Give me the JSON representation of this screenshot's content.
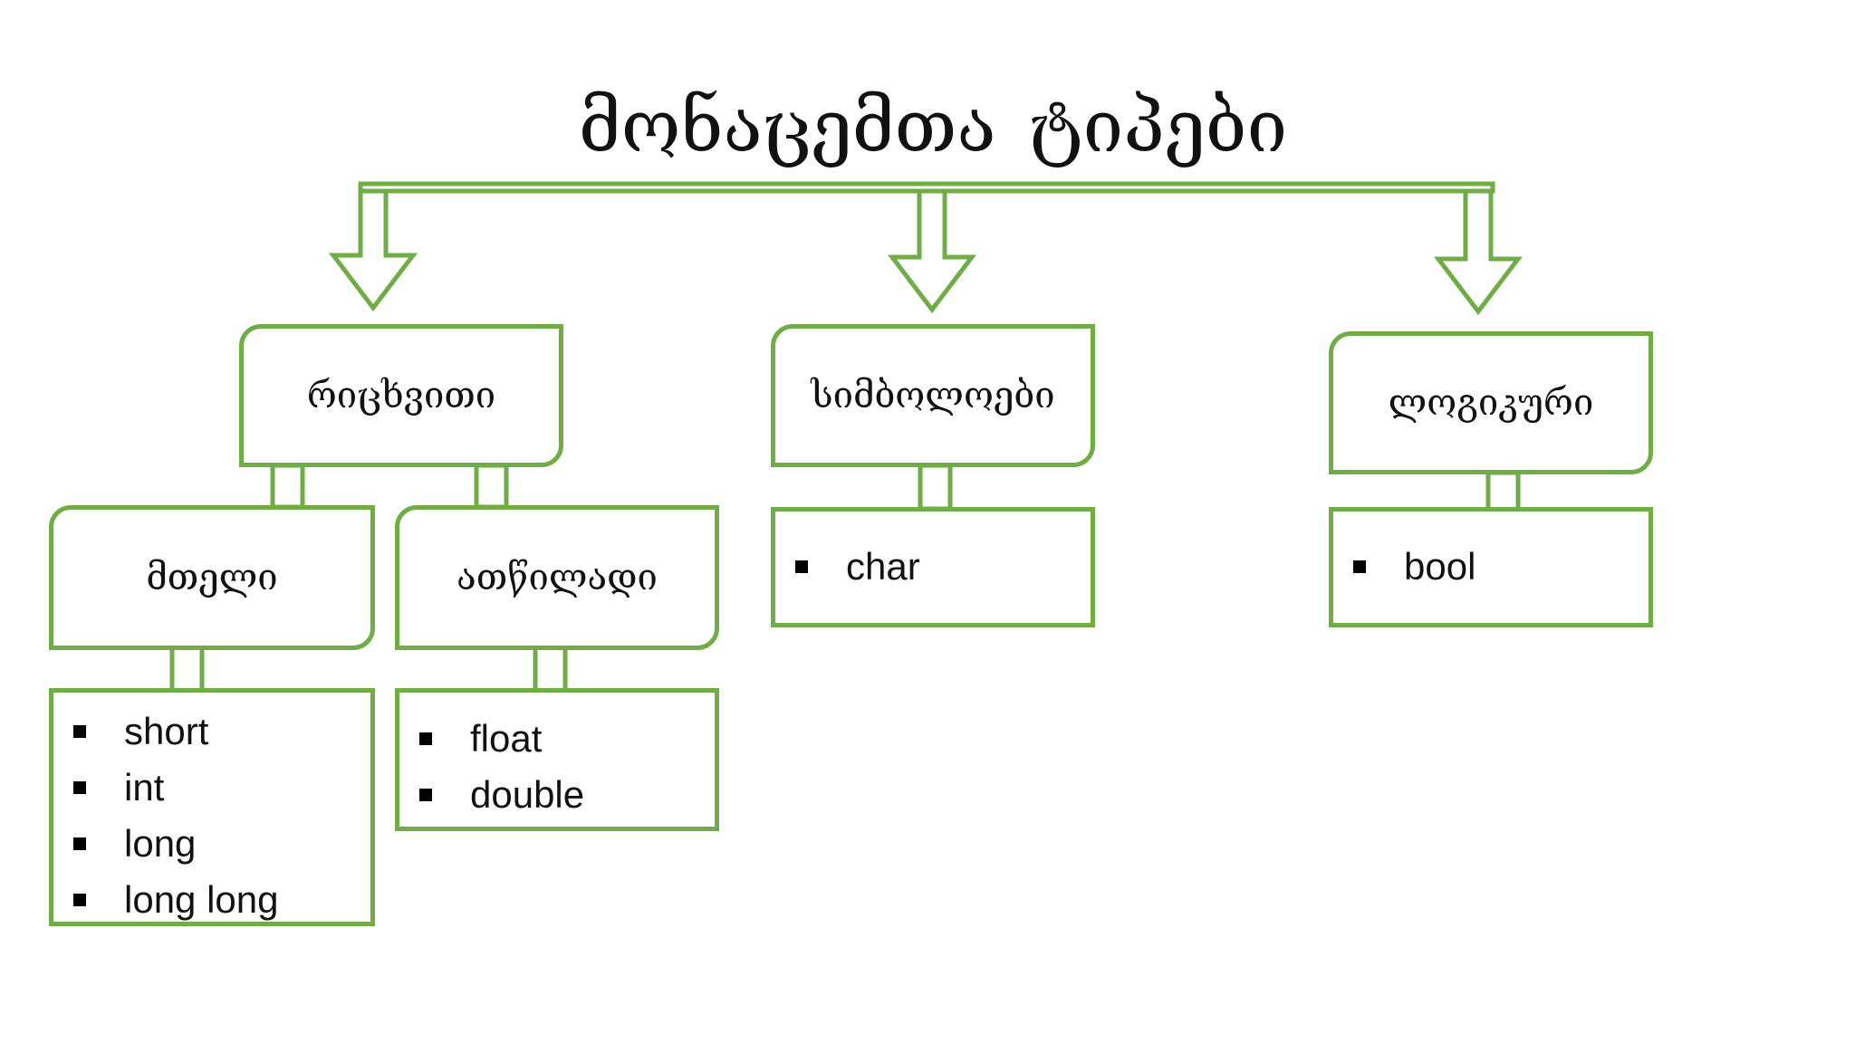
{
  "title": {
    "word1": "მონაცემთა",
    "word2": "ტიპები"
  },
  "nodes": {
    "numeric": "რიცხვითი",
    "symbolic": "სიმბოლოები",
    "logical": "ლოგიკური",
    "integer": "მთელი",
    "decimal": "ათწილადი"
  },
  "lists": {
    "integer_types": [
      "short",
      "int",
      "long",
      "long long"
    ],
    "decimal_types": [
      "float",
      "double"
    ],
    "char_types": [
      "char"
    ],
    "bool_types": [
      "bool"
    ]
  },
  "colors": {
    "accent": "#70ad47",
    "text": "#111111",
    "bullet": "#000000"
  }
}
